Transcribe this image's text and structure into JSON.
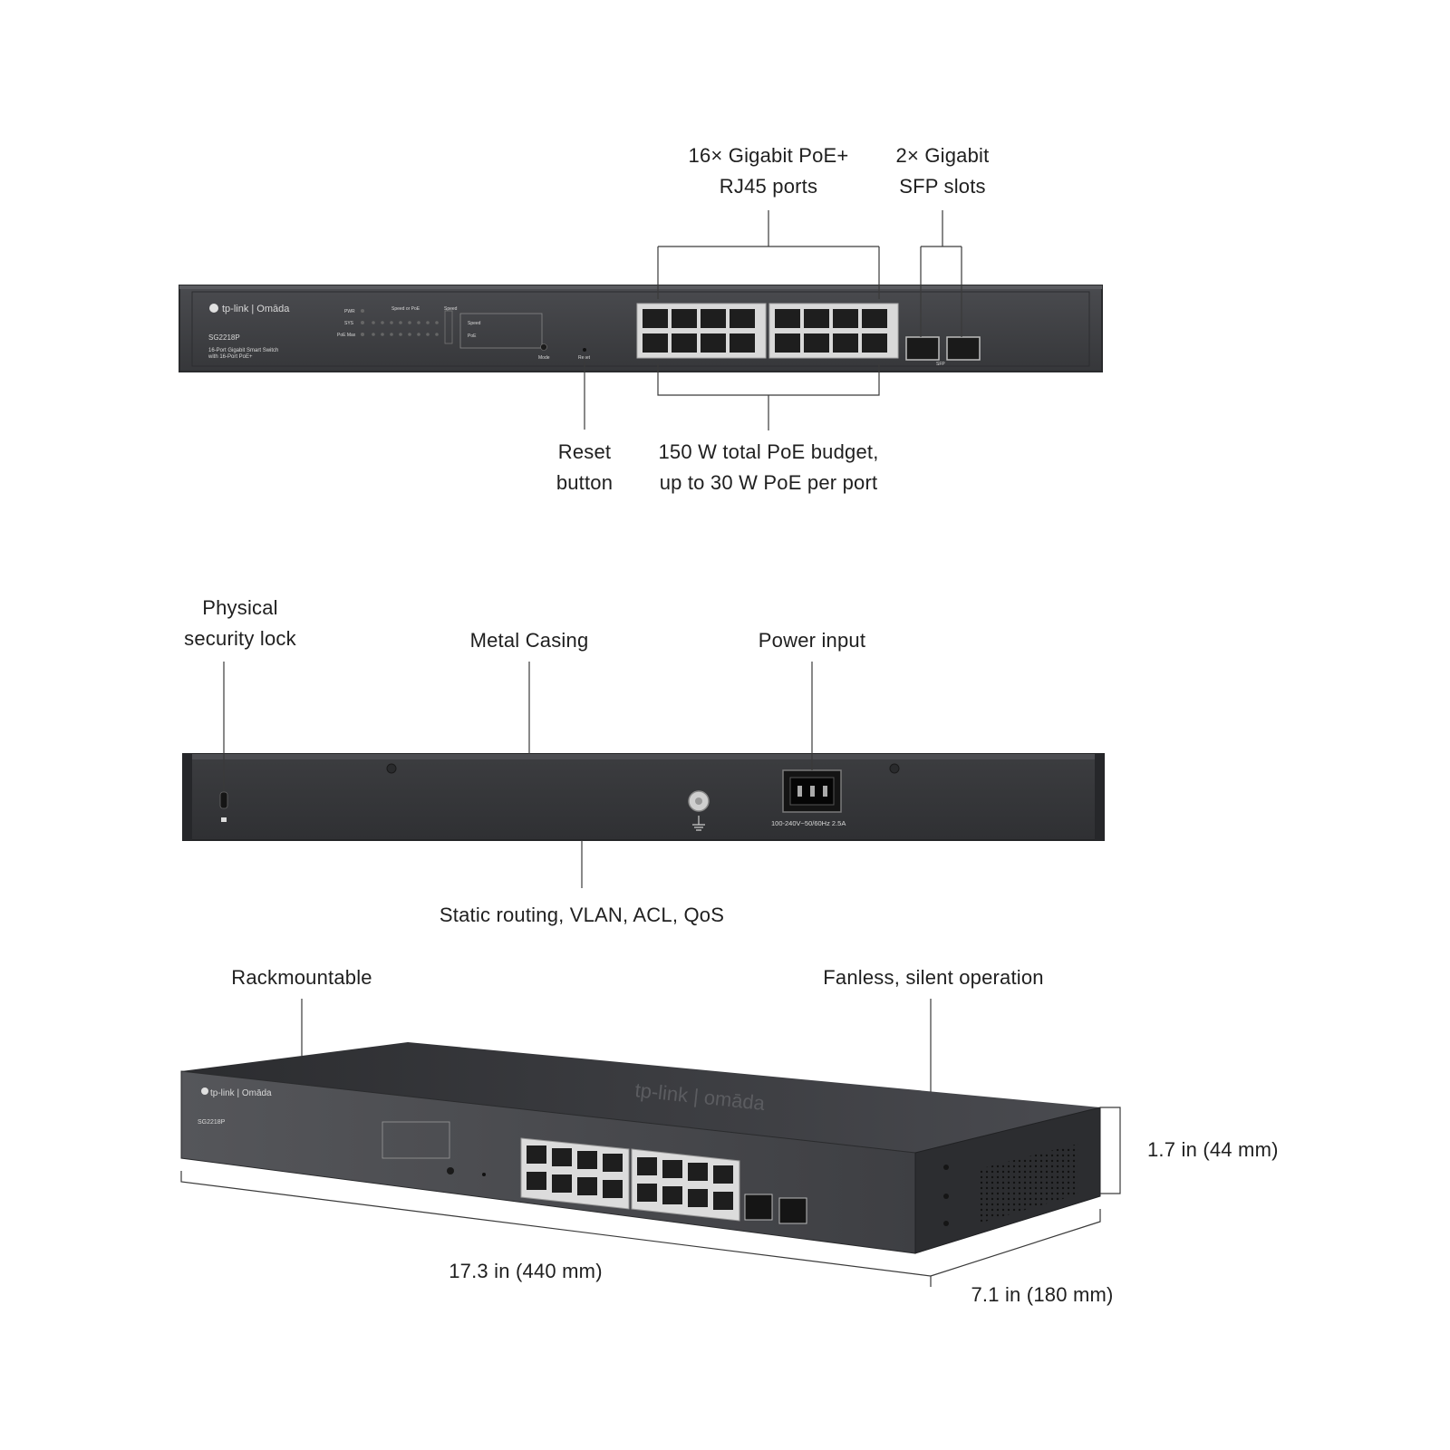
{
  "front_view": {
    "brand_logo": "tp-link | Omāda",
    "model": "SG2218P",
    "description_line1": "16-Port Gigabit Smart Switch",
    "description_line2": "with 16-Port PoE+",
    "led_labels": {
      "pwr": "PWR",
      "sys": "SYS",
      "poe_max": "PoE Max"
    },
    "speed_or_poe": "Speed or PoE",
    "speed": "Speed",
    "poe": "PoE",
    "mode": "Mode",
    "reset": "Reset",
    "sfp": "SFP",
    "callouts": {
      "rj45": {
        "line1": "16× Gigabit PoE+",
        "line2": "RJ45 ports"
      },
      "sfp": {
        "line1": "2× Gigabit",
        "line2": "SFP slots"
      },
      "reset": {
        "line1": "Reset",
        "line2": "button"
      },
      "poe_budget": {
        "line1": "150 W total PoE budget,",
        "line2": "up to 30 W PoE per port"
      }
    }
  },
  "rear_view": {
    "power_rating": "100-240V~50/60Hz 2.5A",
    "callouts": {
      "lock": {
        "line1": "Physical",
        "line2": "security lock"
      },
      "casing": "Metal Casing",
      "power": "Power input",
      "features": "Static routing, VLAN, ACL, QoS"
    }
  },
  "perspective_view": {
    "top_logo": "tp-link | omāda",
    "callouts": {
      "rack": "Rackmountable",
      "fanless": "Fanless, silent operation",
      "height": "1.7 in (44 mm)",
      "width": "17.3 in (440 mm)",
      "depth": "7.1 in (180 mm)"
    }
  },
  "colors": {
    "device": "#3a3b3e",
    "device_dark": "#2a2b2e",
    "line": "#3a3a3a",
    "text": "#1f1f1f"
  }
}
